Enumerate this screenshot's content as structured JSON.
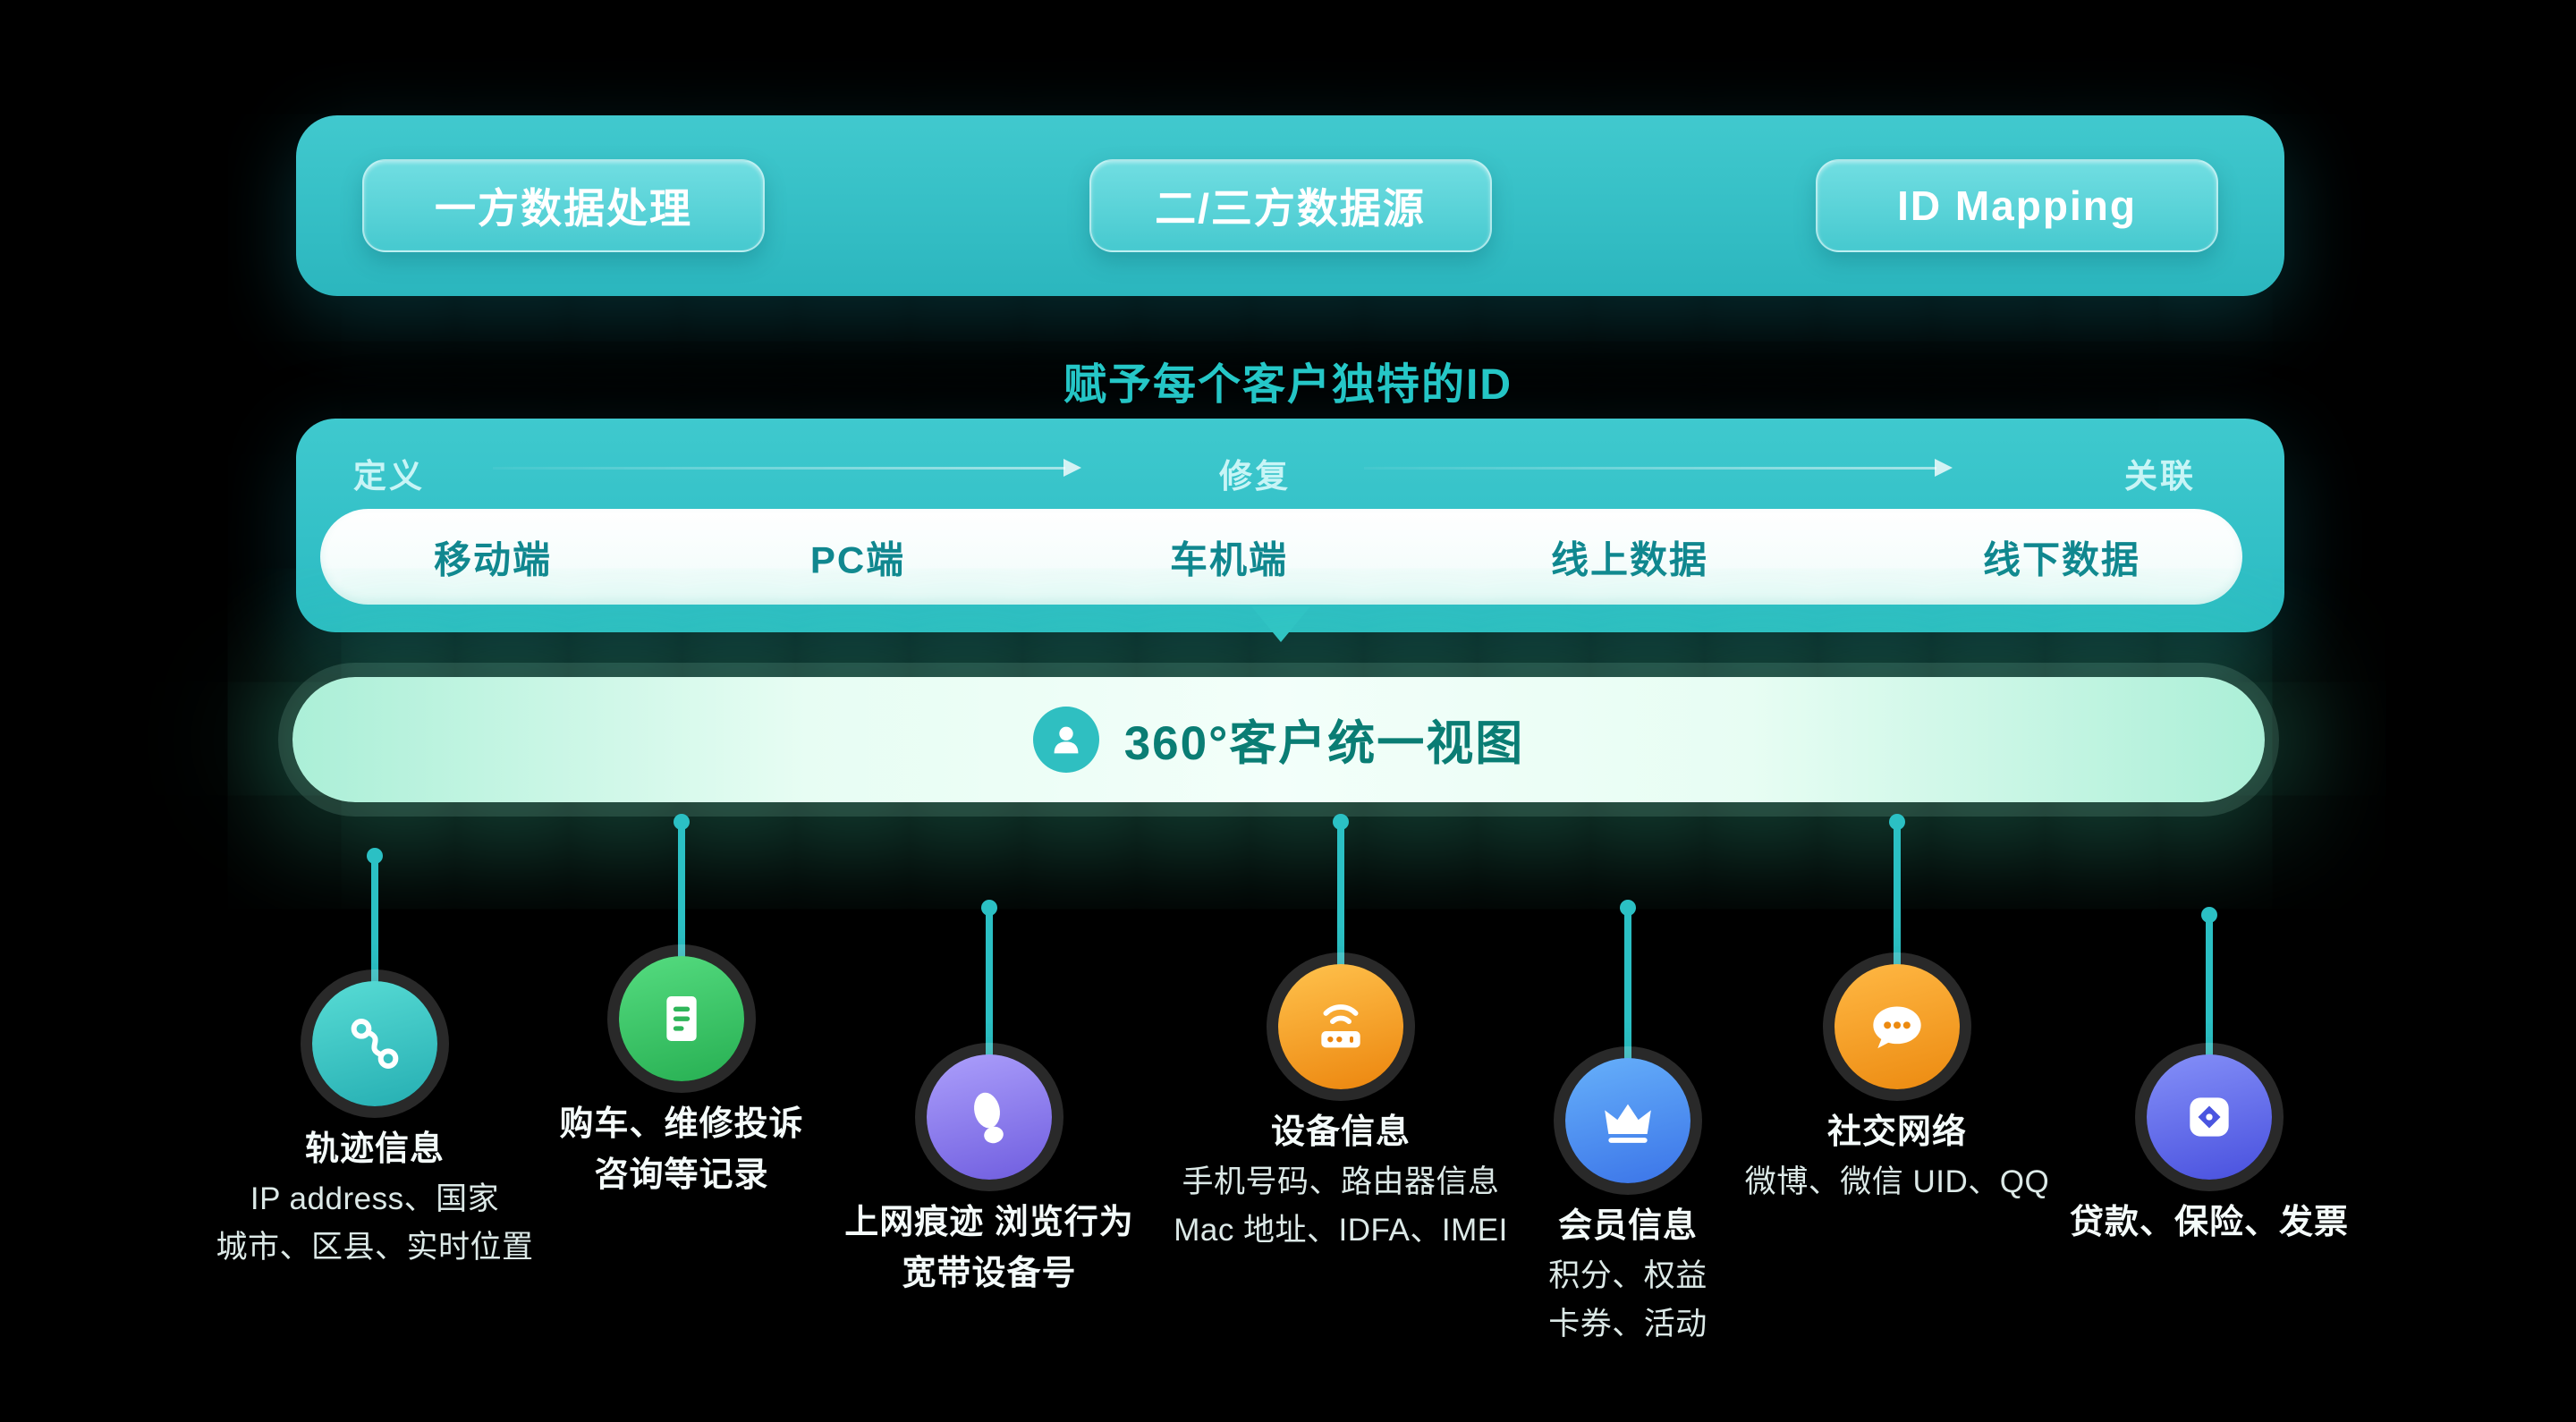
{
  "palette": {
    "background": "#000000",
    "teal": "#2EC2C6",
    "headline_text": "#26C9C9",
    "channel_text": "#10878F",
    "view_pill_mint": "#E7FDF3",
    "view_text": "#0A7D74"
  },
  "top_bar": {
    "buttons": [
      {
        "label": "一方数据处理"
      },
      {
        "label": "二/三方数据源"
      },
      {
        "label": "ID Mapping"
      }
    ]
  },
  "headline": "赋予每个客户独特的ID",
  "id_band": {
    "stages": [
      {
        "label": "定义"
      },
      {
        "label": "修复"
      },
      {
        "label": "关联"
      }
    ],
    "channels": [
      {
        "label": "移动端"
      },
      {
        "label": "PC端"
      },
      {
        "label": "车机端"
      },
      {
        "label": "线上数据"
      },
      {
        "label": "线下数据"
      }
    ]
  },
  "unified_view": {
    "icon": "user-avatar-icon",
    "label": "360°客户统一视图"
  },
  "sources": [
    {
      "icon": "route-icon",
      "color": "#2FC4C0",
      "title_lines": [
        "轨迹信息"
      ],
      "desc_lines": [
        "IP address、国家",
        "城市、区县、实时位置"
      ]
    },
    {
      "icon": "document-icon",
      "color": "#35C468",
      "title_lines": [
        "购车、维修投诉",
        "咨询等记录"
      ],
      "desc_lines": []
    },
    {
      "icon": "footprint-icon",
      "color": "#8C7BF0",
      "title_lines": [
        "上网痕迹 浏览行为",
        "宽带设备号"
      ],
      "desc_lines": []
    },
    {
      "icon": "router-icon",
      "color": "#F39A1E",
      "title_lines": [
        "设备信息"
      ],
      "desc_lines": [
        "手机号码、路由器信息",
        "Mac 地址、IDFA、IMEI"
      ]
    },
    {
      "icon": "crown-icon",
      "color": "#4A90F5",
      "title_lines": [
        "会员信息"
      ],
      "desc_lines": [
        "积分、权益",
        "卡券、活动"
      ]
    },
    {
      "icon": "chat-icon",
      "color": "#F39A1E",
      "title_lines": [
        "社交网络"
      ],
      "desc_lines": [
        "微博、微信 UID、QQ"
      ]
    },
    {
      "icon": "finance-icon",
      "color": "#5B66EE",
      "title_lines": [
        "贷款、保险、发票"
      ],
      "desc_lines": []
    }
  ]
}
